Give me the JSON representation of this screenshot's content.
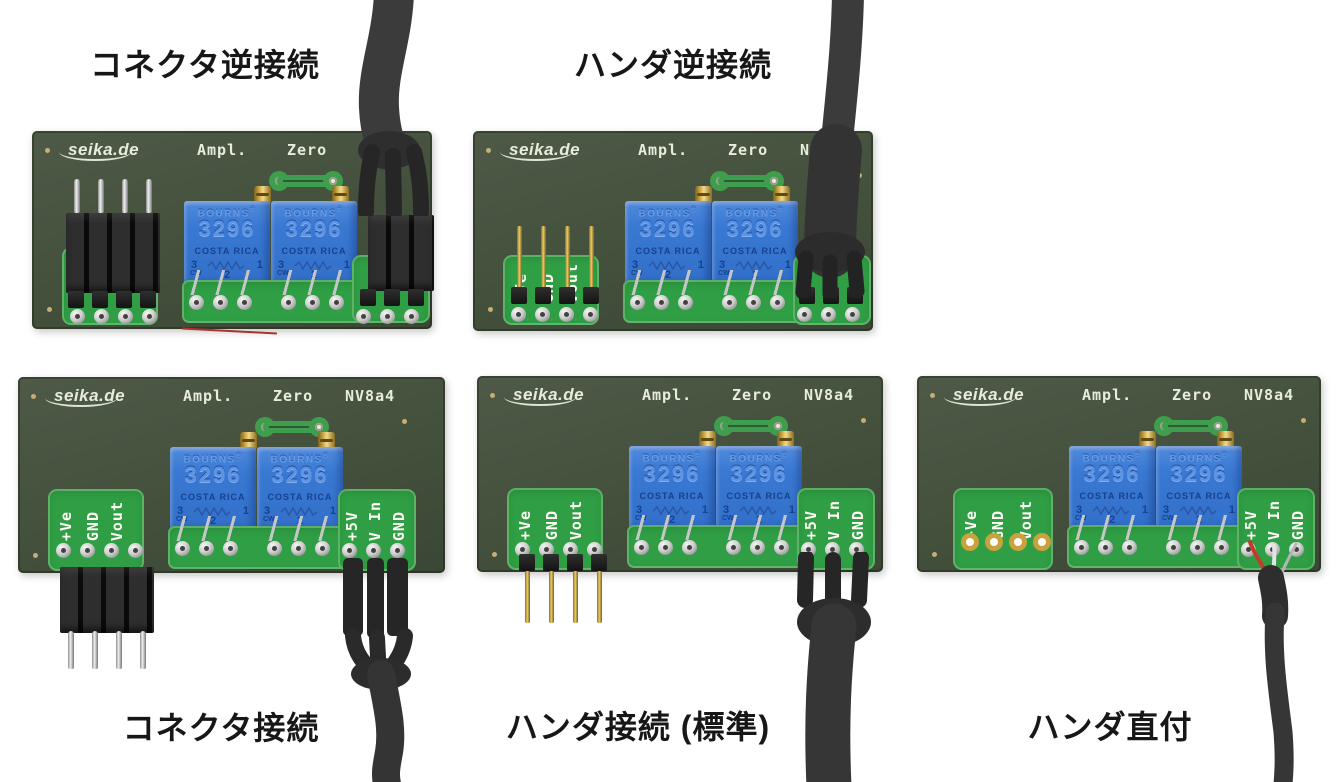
{
  "captions": {
    "top_left": "コネクタ逆接続",
    "top_middle": "ハンダ逆接続",
    "bottom_left": "コネクタ接続",
    "bottom_middle": "ハンダ接続 (標準)",
    "bottom_right": "ハンダ直付"
  },
  "board": {
    "brand": "seika.de",
    "ampl": "Ampl.",
    "zero": "Zero",
    "model": "NV8a4",
    "trimmer": {
      "brand": "BOURNS",
      "reg": "®",
      "model": "3296",
      "origin": "COSTA RICA",
      "pin_left": "3",
      "pin_right": "1",
      "pin_bottom": "2",
      "cw": "CW"
    },
    "left_pad_labels": [
      "+Ve",
      "GND",
      "Vout"
    ],
    "right_pad_labels": [
      "+5V",
      "V In",
      "GND"
    ]
  },
  "colors": {
    "background": "#ffffff",
    "pcb_green": "#44503c",
    "pad_green": "#2f9e44",
    "trimmer_blue": "#3a79d3",
    "silk_white": "#e7ecdd",
    "gold": "#c8a23c",
    "cable_black": "#363636",
    "caption_text": "#171717"
  }
}
